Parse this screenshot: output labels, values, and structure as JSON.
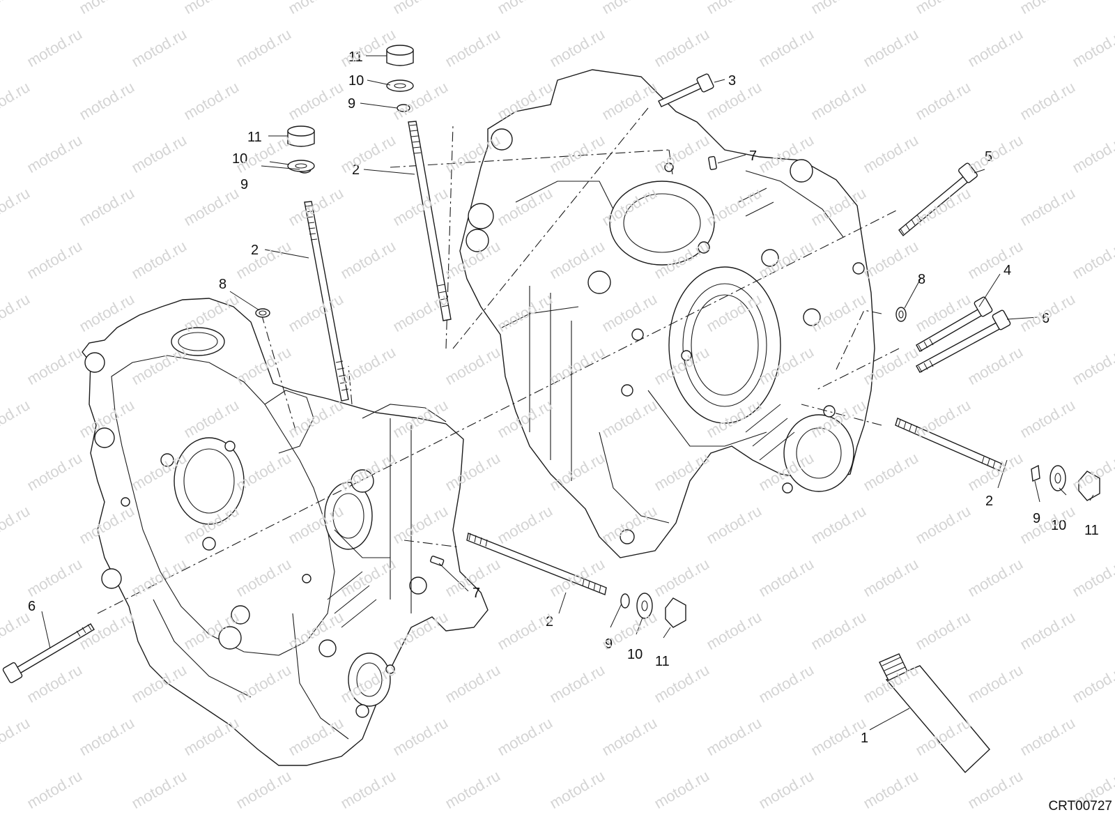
{
  "diagram": {
    "watermark_text": "motod.ru",
    "drawing_code": "CRT00727",
    "callouts": [
      "1",
      "2",
      "2",
      "2",
      "2",
      "3",
      "4",
      "5",
      "6",
      "6",
      "7",
      "7",
      "8",
      "8",
      "9",
      "9",
      "9",
      "9",
      "10",
      "10",
      "10",
      "10",
      "11",
      "11",
      "11",
      "11"
    ]
  }
}
